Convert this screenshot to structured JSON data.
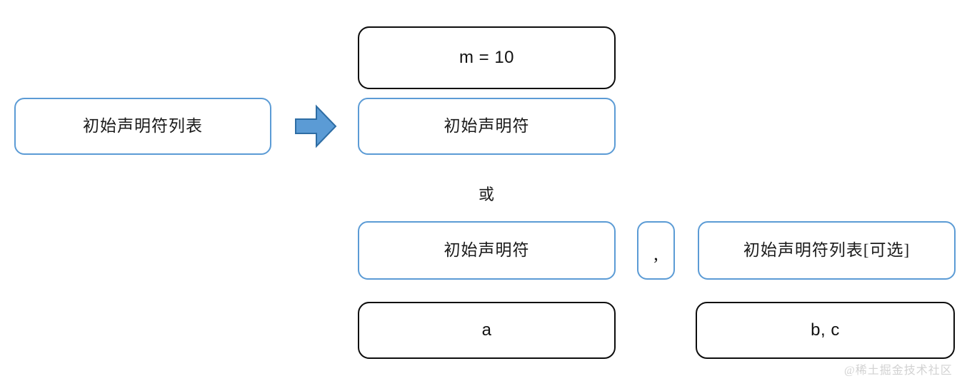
{
  "diagram": {
    "source": {
      "label": "初始声明符列表",
      "border_color": "#5B9BD5"
    },
    "arrow": {
      "icon": "right-block-arrow-icon",
      "fill_color": "#5B9BD5",
      "stroke_color": "#2E6DA4"
    },
    "connector": {
      "or_label": "或"
    },
    "productions": [
      {
        "example_label": "m = 10",
        "rule_label": "初始声明符",
        "rule_border_color": "#5B9BD5",
        "example_border_color": "#0d0d0d"
      },
      {
        "rule_label": "初始声明符",
        "separator_label": ",",
        "tail_label": "初始声明符列表[可选]",
        "example_left_label": "a",
        "example_right_label": "b, c",
        "rule_border_color": "#5B9BD5",
        "example_border_color": "#0d0d0d"
      }
    ]
  },
  "watermark": {
    "text": "@稀土掘金技术社区",
    "color": "#d2d2d2"
  }
}
